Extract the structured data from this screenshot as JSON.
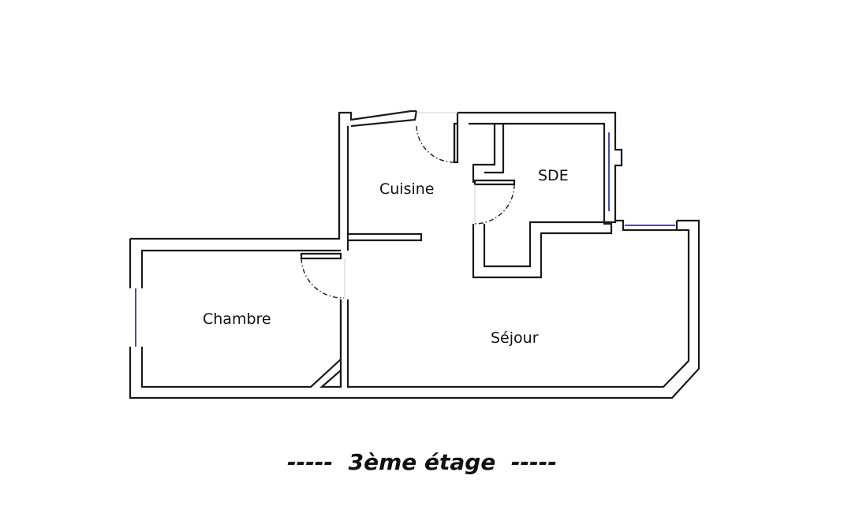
{
  "rooms": {
    "cuisine": "Cuisine",
    "sde": "SDE",
    "chambre": "Chambre",
    "sejour": "Séjour"
  },
  "floor_title": "-----  3ème étage  -----",
  "colors": {
    "wall": "#1a1a1a",
    "window": "#4a4ab0",
    "background": "#ffffff"
  }
}
